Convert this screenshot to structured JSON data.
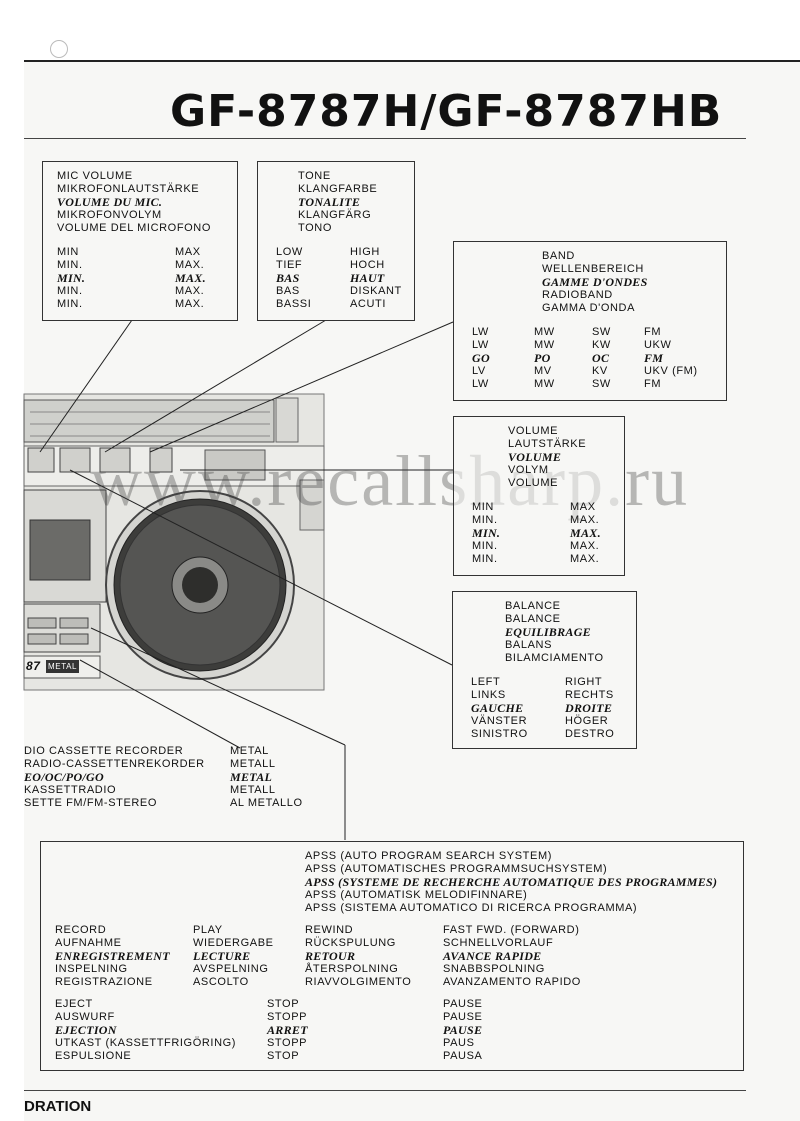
{
  "title": "GF-8787H/GF-8787HB",
  "footer": "DRATION",
  "watermark": "www.recallsharp.ru",
  "mic_volume": {
    "labels": [
      "MIC VOLUME",
      "MIKROFONLAUTSTÄRKE",
      "VOLUME DU MIC.",
      "MIKROFONVOLYM",
      "VOLUME DEL MICROFONO"
    ],
    "min": [
      "MIN",
      "MIN.",
      "MIN.",
      "MIN.",
      "MIN."
    ],
    "max": [
      "MAX",
      "MAX.",
      "MAX.",
      "MAX.",
      "MAX."
    ]
  },
  "tone": {
    "labels": [
      "TONE",
      "KLANGFARBE",
      "TONALITE",
      "KLANGFÄRG",
      "TONO"
    ],
    "low": [
      "LOW",
      "TIEF",
      "BAS",
      "BAS",
      "BASSI"
    ],
    "high": [
      "HIGH",
      "HOCH",
      "HAUT",
      "DISKANT",
      "ACUTI"
    ]
  },
  "band": {
    "labels": [
      "BAND",
      "WELLENBEREICH",
      "GAMME D'ONDES",
      "RADIOBAND",
      "GAMMA D'ONDA"
    ],
    "c1": [
      "LW",
      "LW",
      "GO",
      "LV",
      "LW"
    ],
    "c2": [
      "MW",
      "MW",
      "PO",
      "MV",
      "MW"
    ],
    "c3": [
      "SW",
      "KW",
      "OC",
      "KV",
      "SW"
    ],
    "c4": [
      "FM",
      "UKW",
      "FM",
      "UKV (FM)",
      "FM"
    ]
  },
  "volume": {
    "labels": [
      "VOLUME",
      "LAUTSTÄRKE",
      "VOLUME",
      "VOLYM",
      "VOLUME"
    ],
    "min": [
      "MIN",
      "MIN.",
      "MIN.",
      "MIN.",
      "MIN."
    ],
    "max": [
      "MAX",
      "MAX.",
      "MAX.",
      "MAX.",
      "MAX."
    ]
  },
  "balance": {
    "labels": [
      "BALANCE",
      "BALANCE",
      "EQUILIBRAGE",
      "BALANS",
      "BILAMCIAMENTO"
    ],
    "left": [
      "LEFT",
      "LINKS",
      "GAUCHE",
      "VÄNSTER",
      "SINISTRO"
    ],
    "right": [
      "RIGHT",
      "RECHTS",
      "DROITE",
      "HÖGER",
      "DESTRO"
    ]
  },
  "model": {
    "names": [
      "DIO CASSETTE RECORDER",
      "RADIO-CASSETTENREKORDER",
      "EO/OC/PO/GO",
      "KASSETTRADIO",
      "SETTE FM/FM-STEREO"
    ],
    "metal": [
      "METAL",
      "METALL",
      "METAL",
      "METALL",
      "AL METALLO"
    ]
  },
  "apss": [
    "APSS (AUTO PROGRAM SEARCH SYSTEM)",
    "APSS (AUTOMATISCHES PROGRAMMSUCHSYSTEM)",
    "APSS (SYSTEME DE RECHERCHE AUTOMATIQUE DES PROGRAMMES)",
    "APSS (AUTOMATISK MELODIFINNARE)",
    "APSS (SISTEMA AUTOMATICO DI RICERCA PROGRAMMA)"
  ],
  "record": [
    "RECORD",
    "AUFNAHME",
    "ENREGISTREMENT",
    "INSPELNING",
    "REGISTRAZIONE"
  ],
  "play": [
    "PLAY",
    "WIEDERGABE",
    "LECTURE",
    "AVSPELNING",
    "ASCOLTO"
  ],
  "rewind": [
    "REWIND",
    "RÜCKSPULUNG",
    "RETOUR",
    "ÅTERSPOLNING",
    "RIAVVOLGIMENTO"
  ],
  "ffwd": [
    "FAST FWD. (FORWARD)",
    "SCHNELLVORLAUF",
    "AVANCE RAPIDE",
    "SNABBSPOLNING",
    "AVANZAMENTO RAPIDO"
  ],
  "eject": [
    "EJECT",
    "AUSWURF",
    "EJECTION",
    "UTKAST (KASSETTFRIGÖRING)",
    "ESPULSIONE"
  ],
  "stop": [
    "STOP",
    "STOPP",
    "ARRET",
    "STOPP",
    "STOP"
  ],
  "pause": [
    "PAUSE",
    "PAUSE",
    "PAUSE",
    "PAUS",
    "PAUSA"
  ],
  "device_labels": {
    "metal_badge": "METAL",
    "model_badge": "87"
  }
}
